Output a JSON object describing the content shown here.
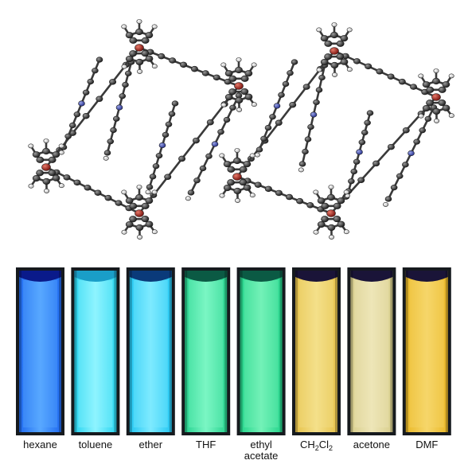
{
  "molecules": [
    {
      "id": "left"
    },
    {
      "id": "right"
    }
  ],
  "vials": [
    {
      "label": "hexane",
      "color": "#1f6af0",
      "glow": "#58a8ff",
      "meniscus": "#0a1a8a"
    },
    {
      "label": "toluene",
      "color": "#27d4f0",
      "glow": "#8ef4ff",
      "meniscus": "#1a9ec8"
    },
    {
      "label": "ether",
      "color": "#21c6f2",
      "glow": "#7eeaff",
      "meniscus": "#0a3a7a"
    },
    {
      "label": "THF",
      "color": "#26d38f",
      "glow": "#7af6c4",
      "meniscus": "#0b5a44"
    },
    {
      "label": "ethyl",
      "label2": "acetate",
      "color": "#22d48a",
      "glow": "#74f2b8",
      "meniscus": "#0b5a44"
    },
    {
      "label": "CH",
      "sub1": "2",
      "mid": "Cl",
      "sub2": "2",
      "color": "#e6c24a",
      "glow": "#f4e08a",
      "meniscus": "#1a1438"
    },
    {
      "label": "acetone",
      "color": "#d8ce8c",
      "glow": "#eee6b8",
      "meniscus": "#1a1438"
    },
    {
      "label": "DMF",
      "color": "#eab826",
      "glow": "#f6d66a",
      "meniscus": "#1a1438"
    }
  ]
}
